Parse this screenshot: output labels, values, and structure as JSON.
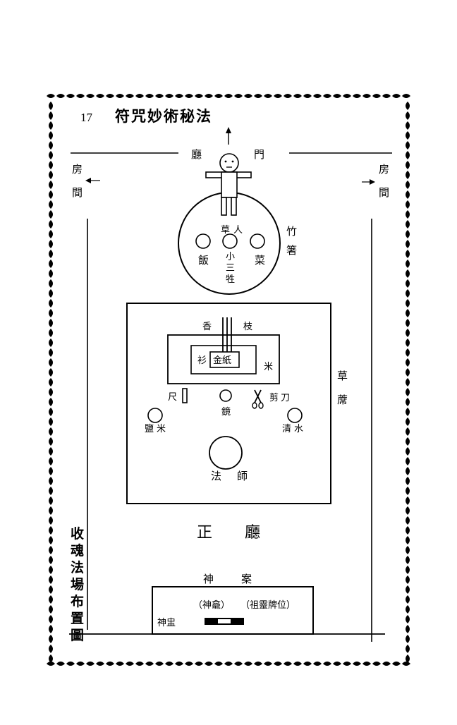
{
  "header": {
    "page_number": "17",
    "book_title": "符咒妙術秘法"
  },
  "caption": [
    "收",
    "魂",
    "法",
    "場",
    "布",
    "置",
    "圖"
  ],
  "labels": {
    "hall_left": "廳",
    "hall_right": "門",
    "room_left": [
      "房",
      "間"
    ],
    "room_right": [
      "房",
      "間"
    ],
    "straw_man": [
      "草",
      "人"
    ],
    "rice": "飯",
    "dish": "菜",
    "three_sacrifice": [
      "小",
      "三",
      "牲"
    ],
    "chopsticks": [
      "竹",
      "箸"
    ],
    "incense": "香",
    "branch": "枝",
    "shirt": "衫",
    "gold_paper": "金紙",
    "rice_right": "米",
    "ruler": "尺",
    "mirror": "鏡",
    "scissors": [
      "剪",
      "刀"
    ],
    "salt_rice": [
      "鹽",
      "米"
    ],
    "clear_water": [
      "清",
      "水"
    ],
    "master": [
      "法",
      "師"
    ],
    "straw_mat": [
      "草",
      "蓆"
    ],
    "main_hall": [
      "正",
      "廳"
    ],
    "altar": [
      "神",
      "案"
    ],
    "god_shrine": "（神龕）",
    "ancestor_tablet": "（祖靈牌位）",
    "altar_lamp": "神盅"
  }
}
